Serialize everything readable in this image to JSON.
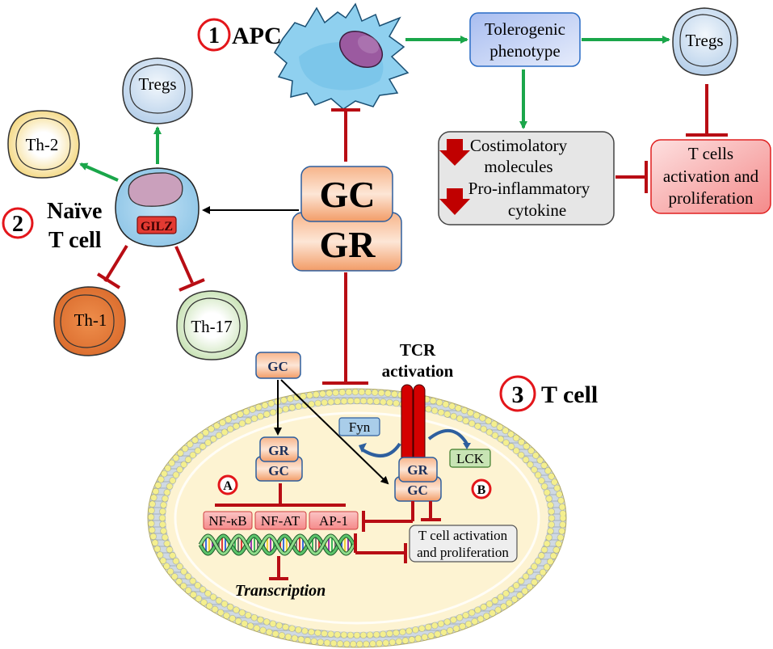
{
  "colors": {
    "green_arrow": "#1aa64a",
    "inhibit_red": "#b80d14",
    "black_arrow": "#000000",
    "circle_red": "#e3161b",
    "apc_body": "#7fcbec",
    "apc_nucleus": "#9b5aa0",
    "tregs_fill": "#c8dcef",
    "th2_fill": "#f6dd84",
    "th1_fill": "#e57c3a",
    "th17_fill": "#d4e8c0",
    "naive_fill": "#a8d4ee",
    "naive_nucleus": "#caa0bc",
    "gilz_fill": "#e33a32",
    "gcgr_fill": "#f6a978",
    "gcgr_stroke": "#2e5f9e",
    "tolerogenic_fill": "#b7c9ef",
    "tolerogenic_stroke": "#2a6cc5",
    "gray_box_fill": "#e6e6e6",
    "red_box_fill": "#f9b7b7",
    "red_box_stroke": "#e02020",
    "cell_interior": "#fdf3d2",
    "membrane_head": "#f4ef8e",
    "membrane_tail": "#c8d3de",
    "tf_fill": "#f9a8a8",
    "fyn_fill": "#a9cde9",
    "lck_fill": "#c8e4b4",
    "tcr_red": "#d40000",
    "tcell_box_fill": "#eeeeee"
  },
  "sections": {
    "apc": {
      "number": "1",
      "label": "APC"
    },
    "naive": {
      "number": "2",
      "label_line1": "Naïve",
      "label_line2": "T cell"
    },
    "tcell": {
      "number": "3",
      "label": "T cell"
    }
  },
  "apc_pathway": {
    "tolerogenic_line1": "Tolerogenic",
    "tolerogenic_line2": "phenotype",
    "tregs": "Tregs",
    "costim_line1": "Costimolatory",
    "costim_line2": "molecules",
    "proinf_line1": "Pro-inflammatory",
    "proinf_line2": "cytokine",
    "tcells_line1": "T cells",
    "tcells_line2": "activation and",
    "tcells_line3": "proliferation"
  },
  "center": {
    "gc": "GC",
    "gr": "GR"
  },
  "naive_pathway": {
    "gilz": "GILZ",
    "tregs": "Tregs",
    "th2": "Th-2",
    "th1": "Th-1",
    "th17": "Th-17"
  },
  "tcell_pathway": {
    "gc_outside": "GC",
    "tcr_line1": "TCR",
    "tcr_line2": "activation",
    "gr_a": "GR",
    "gc_a": "GC",
    "gr_b": "GR",
    "gc_b": "GC",
    "fyn": "Fyn",
    "lck": "LCK",
    "marker_a": "A",
    "marker_b": "B",
    "tf": [
      "NF-κB",
      "NF-AT",
      "AP-1"
    ],
    "tcell_act_line1": "T cell activation",
    "tcell_act_line2": "and proliferation",
    "transcription": "Transcription"
  }
}
